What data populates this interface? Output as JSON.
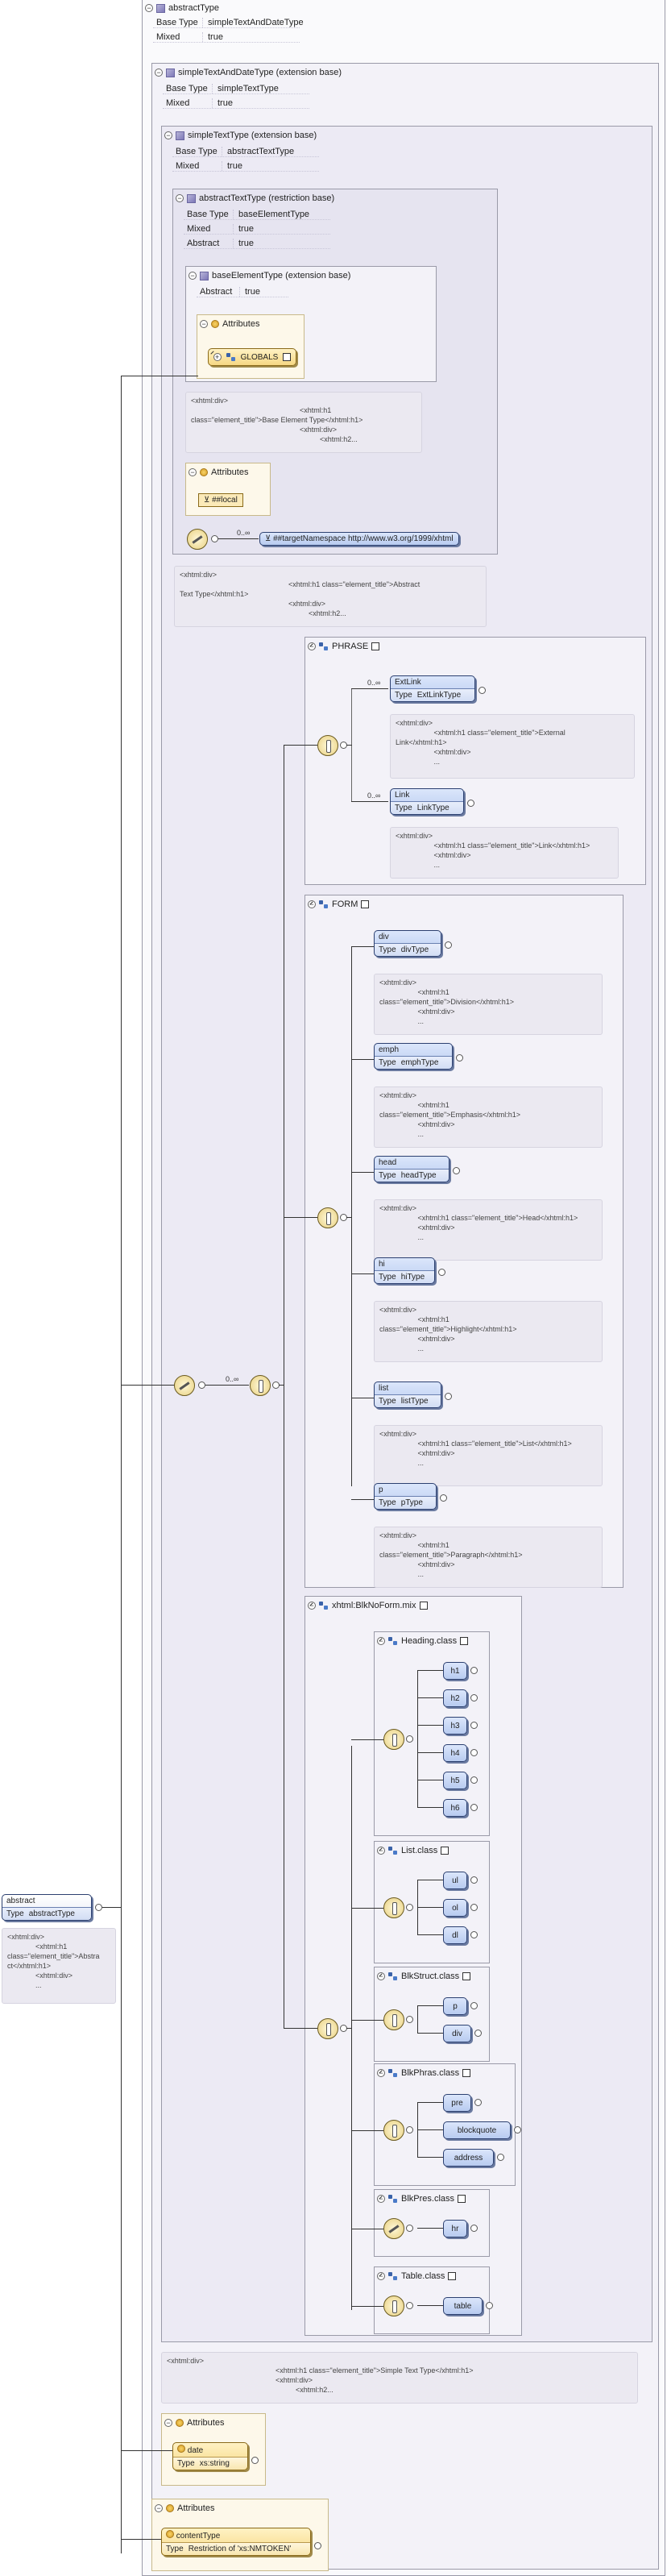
{
  "abstractType": {
    "title": "abstractType",
    "props": [
      {
        "k": "Base Type",
        "v": "simpleTextAndDateType"
      },
      {
        "k": "Mixed",
        "v": "true"
      }
    ]
  },
  "simpleTextAndDateType": {
    "title": "simpleTextAndDateType (extension base)",
    "props": [
      {
        "k": "Base Type",
        "v": "simpleTextType"
      },
      {
        "k": "Mixed",
        "v": "true"
      }
    ]
  },
  "simpleTextType": {
    "title": "simpleTextType (extension base)",
    "props": [
      {
        "k": "Base Type",
        "v": "abstractTextType"
      },
      {
        "k": "Mixed",
        "v": "true"
      }
    ]
  },
  "abstractTextType": {
    "title": "abstractTextType (restriction base)",
    "props": [
      {
        "k": "Base Type",
        "v": "baseElementType"
      },
      {
        "k": "Mixed",
        "v": "true"
      },
      {
        "k": "Abstract",
        "v": "true"
      }
    ]
  },
  "baseElementType": {
    "title": "baseElementType (extension base)",
    "props": [
      {
        "k": "Abstract",
        "v": "true"
      }
    ]
  },
  "attrs1": {
    "title": "Attributes",
    "group": "GLOBALS"
  },
  "doc_base": "<xhtml:div>\n                                                      <xhtml:h1\nclass=\"element_title\">Base Element Type</xhtml:h1>\n                                                      <xhtml:div>\n                                                                <xhtml:h2...",
  "attrs2": {
    "title": "Attributes",
    "wild": "##local"
  },
  "anyns": {
    "occ": "0..∞",
    "label": "##targetNamespace http://www.w3.org/1999/xhtml"
  },
  "doc_abstract": "<xhtml:div>\n                                                      <xhtml:h1 class=\"element_title\">Abstract\nText Type</xhtml:h1>\n                                                      <xhtml:div>\n                                                                <xhtml:h2...",
  "outer_occ": "0..∞",
  "phrase": {
    "title": "PHRASE",
    "items": [
      {
        "occ": "0..∞",
        "name": "ExtLink",
        "type": "ExtLinkType",
        "doc": "<xhtml:div>\n                   <xhtml:h1 class=\"element_title\">External\nLink</xhtml:h1>\n                   <xhtml:div>\n                   ..."
      },
      {
        "occ": "0..∞",
        "name": "Link",
        "type": "LinkType",
        "doc": "<xhtml:div>\n                   <xhtml:h1 class=\"element_title\">Link</xhtml:h1>\n                   <xhtml:div>\n                   ..."
      }
    ]
  },
  "form": {
    "title": "FORM",
    "items": [
      {
        "name": "div",
        "type": "divType",
        "doc": "<xhtml:div>\n                   <xhtml:h1\nclass=\"element_title\">Division</xhtml:h1>\n                   <xhtml:div>\n                   ..."
      },
      {
        "name": "emph",
        "type": "emphType",
        "doc": "<xhtml:div>\n                   <xhtml:h1\nclass=\"element_title\">Emphasis</xhtml:h1>\n                   <xhtml:div>\n                   ..."
      },
      {
        "name": "head",
        "type": "headType",
        "doc": "<xhtml:div>\n                   <xhtml:h1 class=\"element_title\">Head</xhtml:h1>\n                   <xhtml:div>\n                   ..."
      },
      {
        "name": "hi",
        "type": "hiType",
        "doc": "<xhtml:div>\n                   <xhtml:h1\nclass=\"element_title\">Highlight</xhtml:h1>\n                   <xhtml:div>\n                   ..."
      },
      {
        "name": "list",
        "type": "listType",
        "doc": "<xhtml:div>\n                   <xhtml:h1 class=\"element_title\">List</xhtml:h1>\n                   <xhtml:div>\n                   ..."
      },
      {
        "name": "p",
        "type": "pType",
        "doc": "<xhtml:div>\n                   <xhtml:h1\nclass=\"element_title\">Paragraph</xhtml:h1>\n                   <xhtml:div>\n                   ..."
      }
    ]
  },
  "blk": {
    "title": "xhtml:BlkNoForm.mix",
    "groups": [
      {
        "title": "Heading.class",
        "items": [
          "h1",
          "h2",
          "h3",
          "h4",
          "h5",
          "h6"
        ]
      },
      {
        "title": "List.class",
        "items": [
          "ul",
          "ol",
          "dl"
        ]
      },
      {
        "title": "BlkStruct.class",
        "items": [
          "p",
          "div"
        ]
      },
      {
        "title": "BlkPhras.class",
        "items": [
          "pre",
          "blockquote",
          "address"
        ]
      },
      {
        "title": "BlkPres.class",
        "items": [
          "hr"
        ]
      },
      {
        "title": "Table.class",
        "items": [
          "table"
        ]
      }
    ]
  },
  "doc_simple": "<xhtml:div>\n                                                      <xhtml:h1 class=\"element_title\">Simple Text Type</xhtml:h1>\n                                                      <xhtml:div>\n                                                                <xhtml:h2...",
  "attrs3": {
    "title": "Attributes",
    "name": "date",
    "type_k": "Type",
    "type_v": "xs:string"
  },
  "attrs4": {
    "title": "Attributes",
    "name": "contentType",
    "type_k": "Type",
    "type_v": "Restriction of 'xs:NMTOKEN'"
  },
  "root": {
    "name": "abstract",
    "type_k": "Type",
    "type_v": "abstractType",
    "doc": "<xhtml:div>\n              <xhtml:h1\nclass=\"element_title\">Abstra\nct</xhtml:h1>\n              <xhtml:div>\n              ..."
  }
}
